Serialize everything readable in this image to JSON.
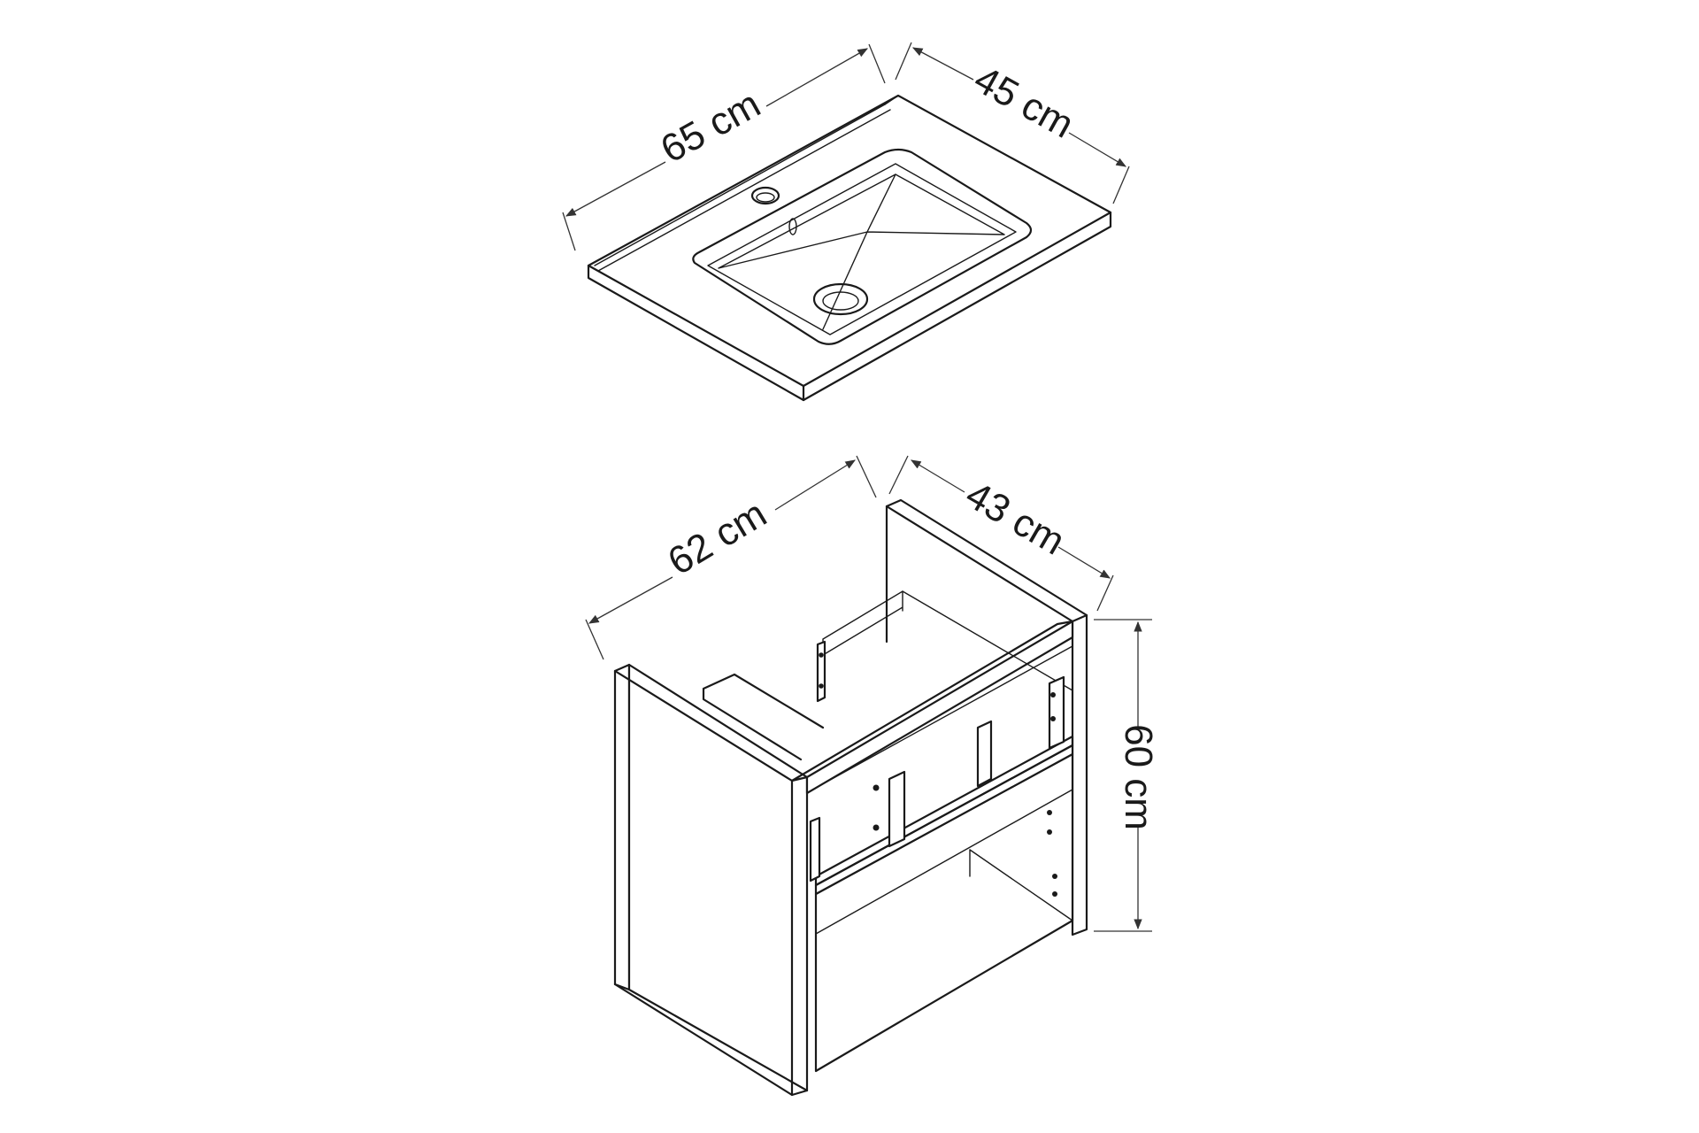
{
  "basin": {
    "width_label": "65 cm",
    "depth_label": "45 cm"
  },
  "cabinet": {
    "width_label": "62 cm",
    "depth_label": "43 cm",
    "height_label": "60 cm"
  },
  "colors": {
    "line": "#1a1a1a",
    "background": "#ffffff"
  }
}
